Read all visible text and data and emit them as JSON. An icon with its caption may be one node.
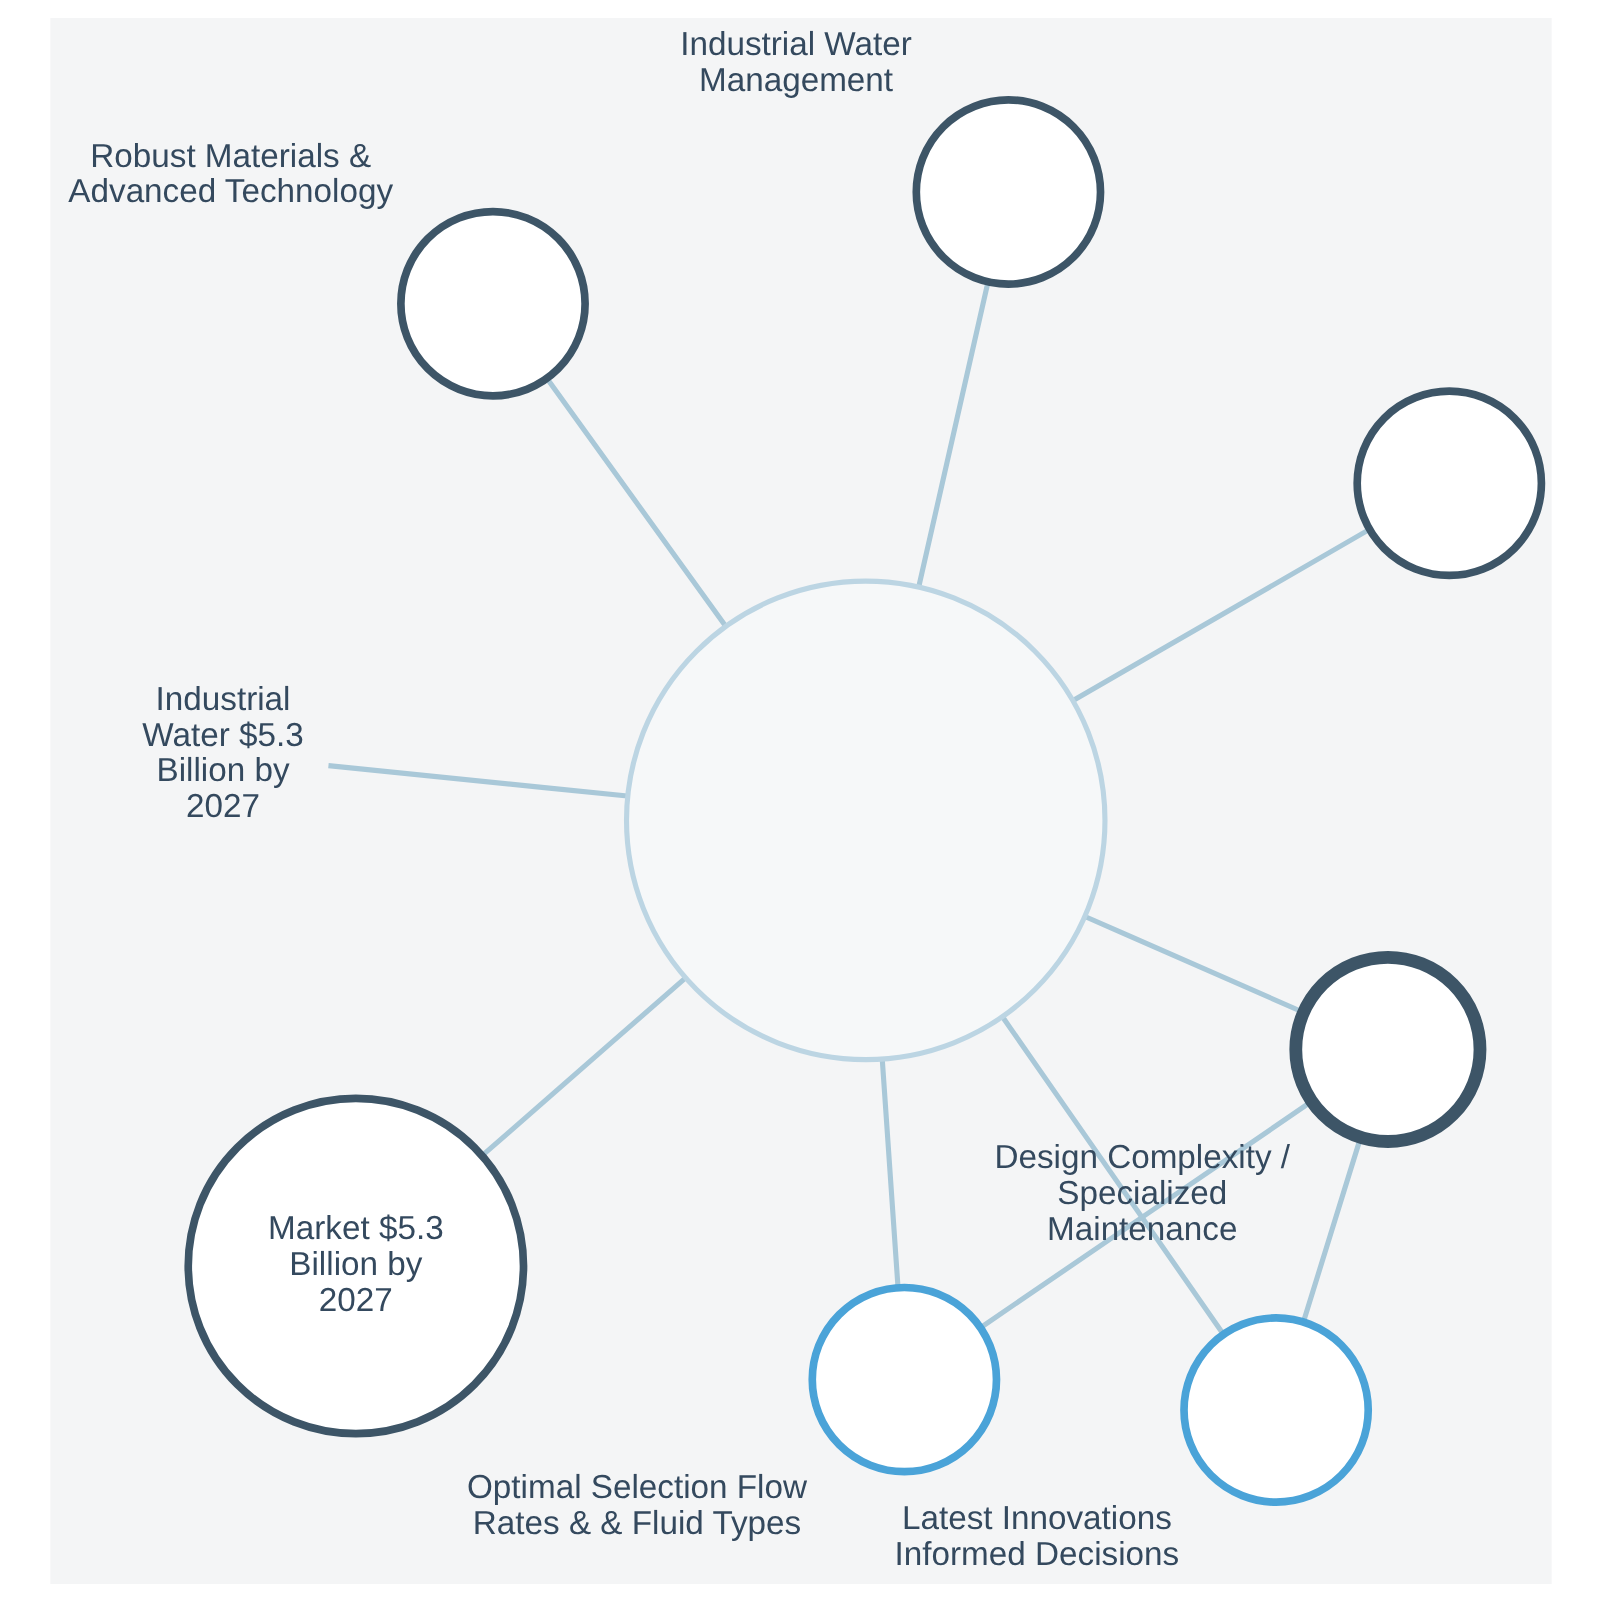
{
  "diagram": {
    "nodes": [
      {
        "text": [
          "Industrial Water $5.3 Billion by 2027"
        ]
      },
      {
        "text": [],
        "shape": "circle"
      },
      {
        "text": [
          "Market $5.3 Billion by 2027"
        ]
      },
      {
        "text": [],
        "shape": "circle",
        "beside": [
          "Industrial Water Management"
        ]
      },
      {
        "text": [],
        "shape": "circle"
      },
      {
        "text": [],
        "shape": "circle",
        "beside": [
          "Robust Materials & Advanced Technology"
        ]
      },
      {
        "text": [],
        "shape": "circle",
        "beside": [
          "Optimal Selection Flow Rates & & Fluid Types"
        ]
      },
      {
        "text": [],
        "shape": "circle",
        "beside": [
          "Design Complexity / Specialized Maintenance"
        ]
      },
      {
        "text": [],
        "shape": "circle",
        "beside": [
          "Latest Innovations Informed Decisions"
        ]
      }
    ],
    "edges": [
      {
        "from": 4,
        "to": 0,
        "arrow": "none"
      },
      {
        "from": 4,
        "to": 1,
        "arrow": "none"
      },
      {
        "from": 4,
        "to": 2,
        "arrow": "none"
      },
      {
        "from": 4,
        "to": 3,
        "arrow": "none"
      },
      {
        "from": 4,
        "to": 5,
        "arrow": "none"
      },
      {
        "from": 4,
        "to": 6,
        "arrow": "none"
      },
      {
        "from": 4,
        "to": 7,
        "arrow": "none"
      },
      {
        "from": 4,
        "to": 8,
        "arrow": "none"
      },
      {
        "from": 6,
        "to": 7,
        "arrow": "none"
      },
      {
        "from": 7,
        "to": 8,
        "arrow": "none"
      }
    ]
  }
}
